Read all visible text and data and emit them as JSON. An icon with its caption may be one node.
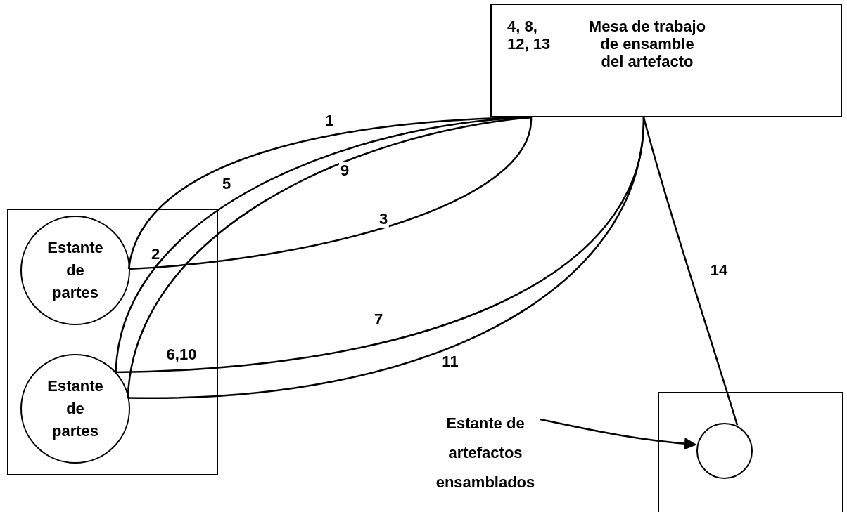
{
  "diagram": {
    "nodes": [
      {
        "text": [],
        "shape": "box"
      },
      {
        "text": [
          "Estante de partes"
        ],
        "in": 0
      },
      {
        "text": [
          "Estante de partes"
        ],
        "in": 0
      },
      {
        "text": [
          "4, 8, 12, 13",
          "Mesa de trabajo de ensamble del artefacto"
        ]
      },
      {
        "text": [],
        "shape": "box"
      },
      {
        "text": [],
        "shape": "circle",
        "in": 4
      },
      {
        "text": [
          "Estante de artefactos ensamblados"
        ]
      }
    ],
    "edges": [
      {
        "from": 3,
        "to": 1,
        "arrow": "none",
        "label": "1"
      },
      {
        "from": 1,
        "to": 3,
        "arrow": "none",
        "label": "3"
      },
      {
        "from": 3,
        "to": 2,
        "arrow": "none",
        "label": "5"
      },
      {
        "from": 2,
        "to": 3,
        "arrow": "none",
        "label": "7"
      },
      {
        "from": 3,
        "to": 2,
        "arrow": "none",
        "label": "9"
      },
      {
        "from": 2,
        "to": 3,
        "arrow": "none",
        "label": "11"
      },
      {
        "from": 3,
        "to": 5,
        "arrow": "none",
        "label": "14"
      },
      {
        "from": 6,
        "to": 5,
        "arrow": "to"
      }
    ],
    "labels": [
      "2",
      "6,10"
    ]
  }
}
